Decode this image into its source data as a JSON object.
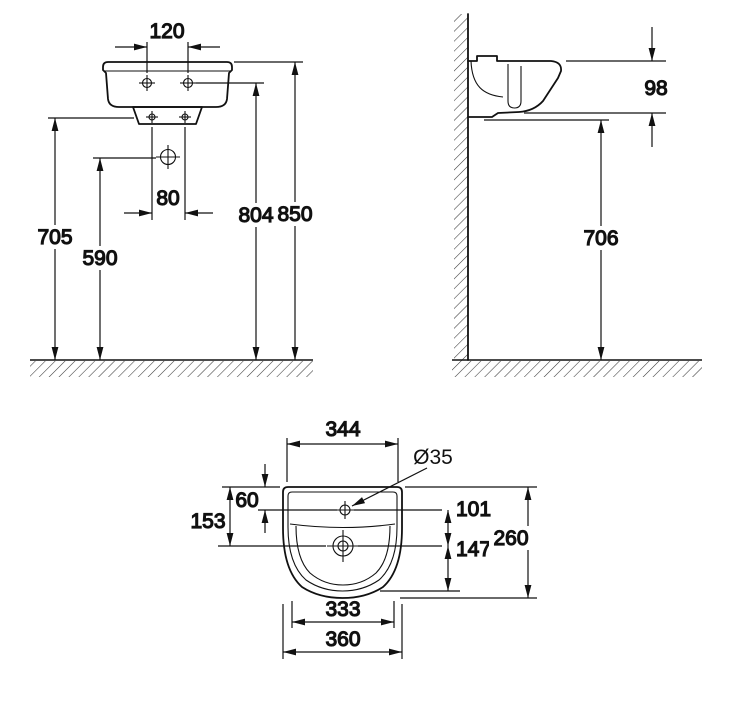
{
  "front_view": {
    "dim_120": "120",
    "dim_80": "80",
    "dim_705": "705",
    "dim_590": "590",
    "dim_804": "804",
    "dim_850": "850"
  },
  "side_view": {
    "dim_98": "98",
    "dim_706": "706"
  },
  "plan_view": {
    "dim_344": "344",
    "dim_diameter": "Ø35",
    "dim_60": "60",
    "dim_153": "153",
    "dim_101": "101",
    "dim_147": "147",
    "dim_260": "260",
    "dim_333": "333",
    "dim_360": "360"
  }
}
